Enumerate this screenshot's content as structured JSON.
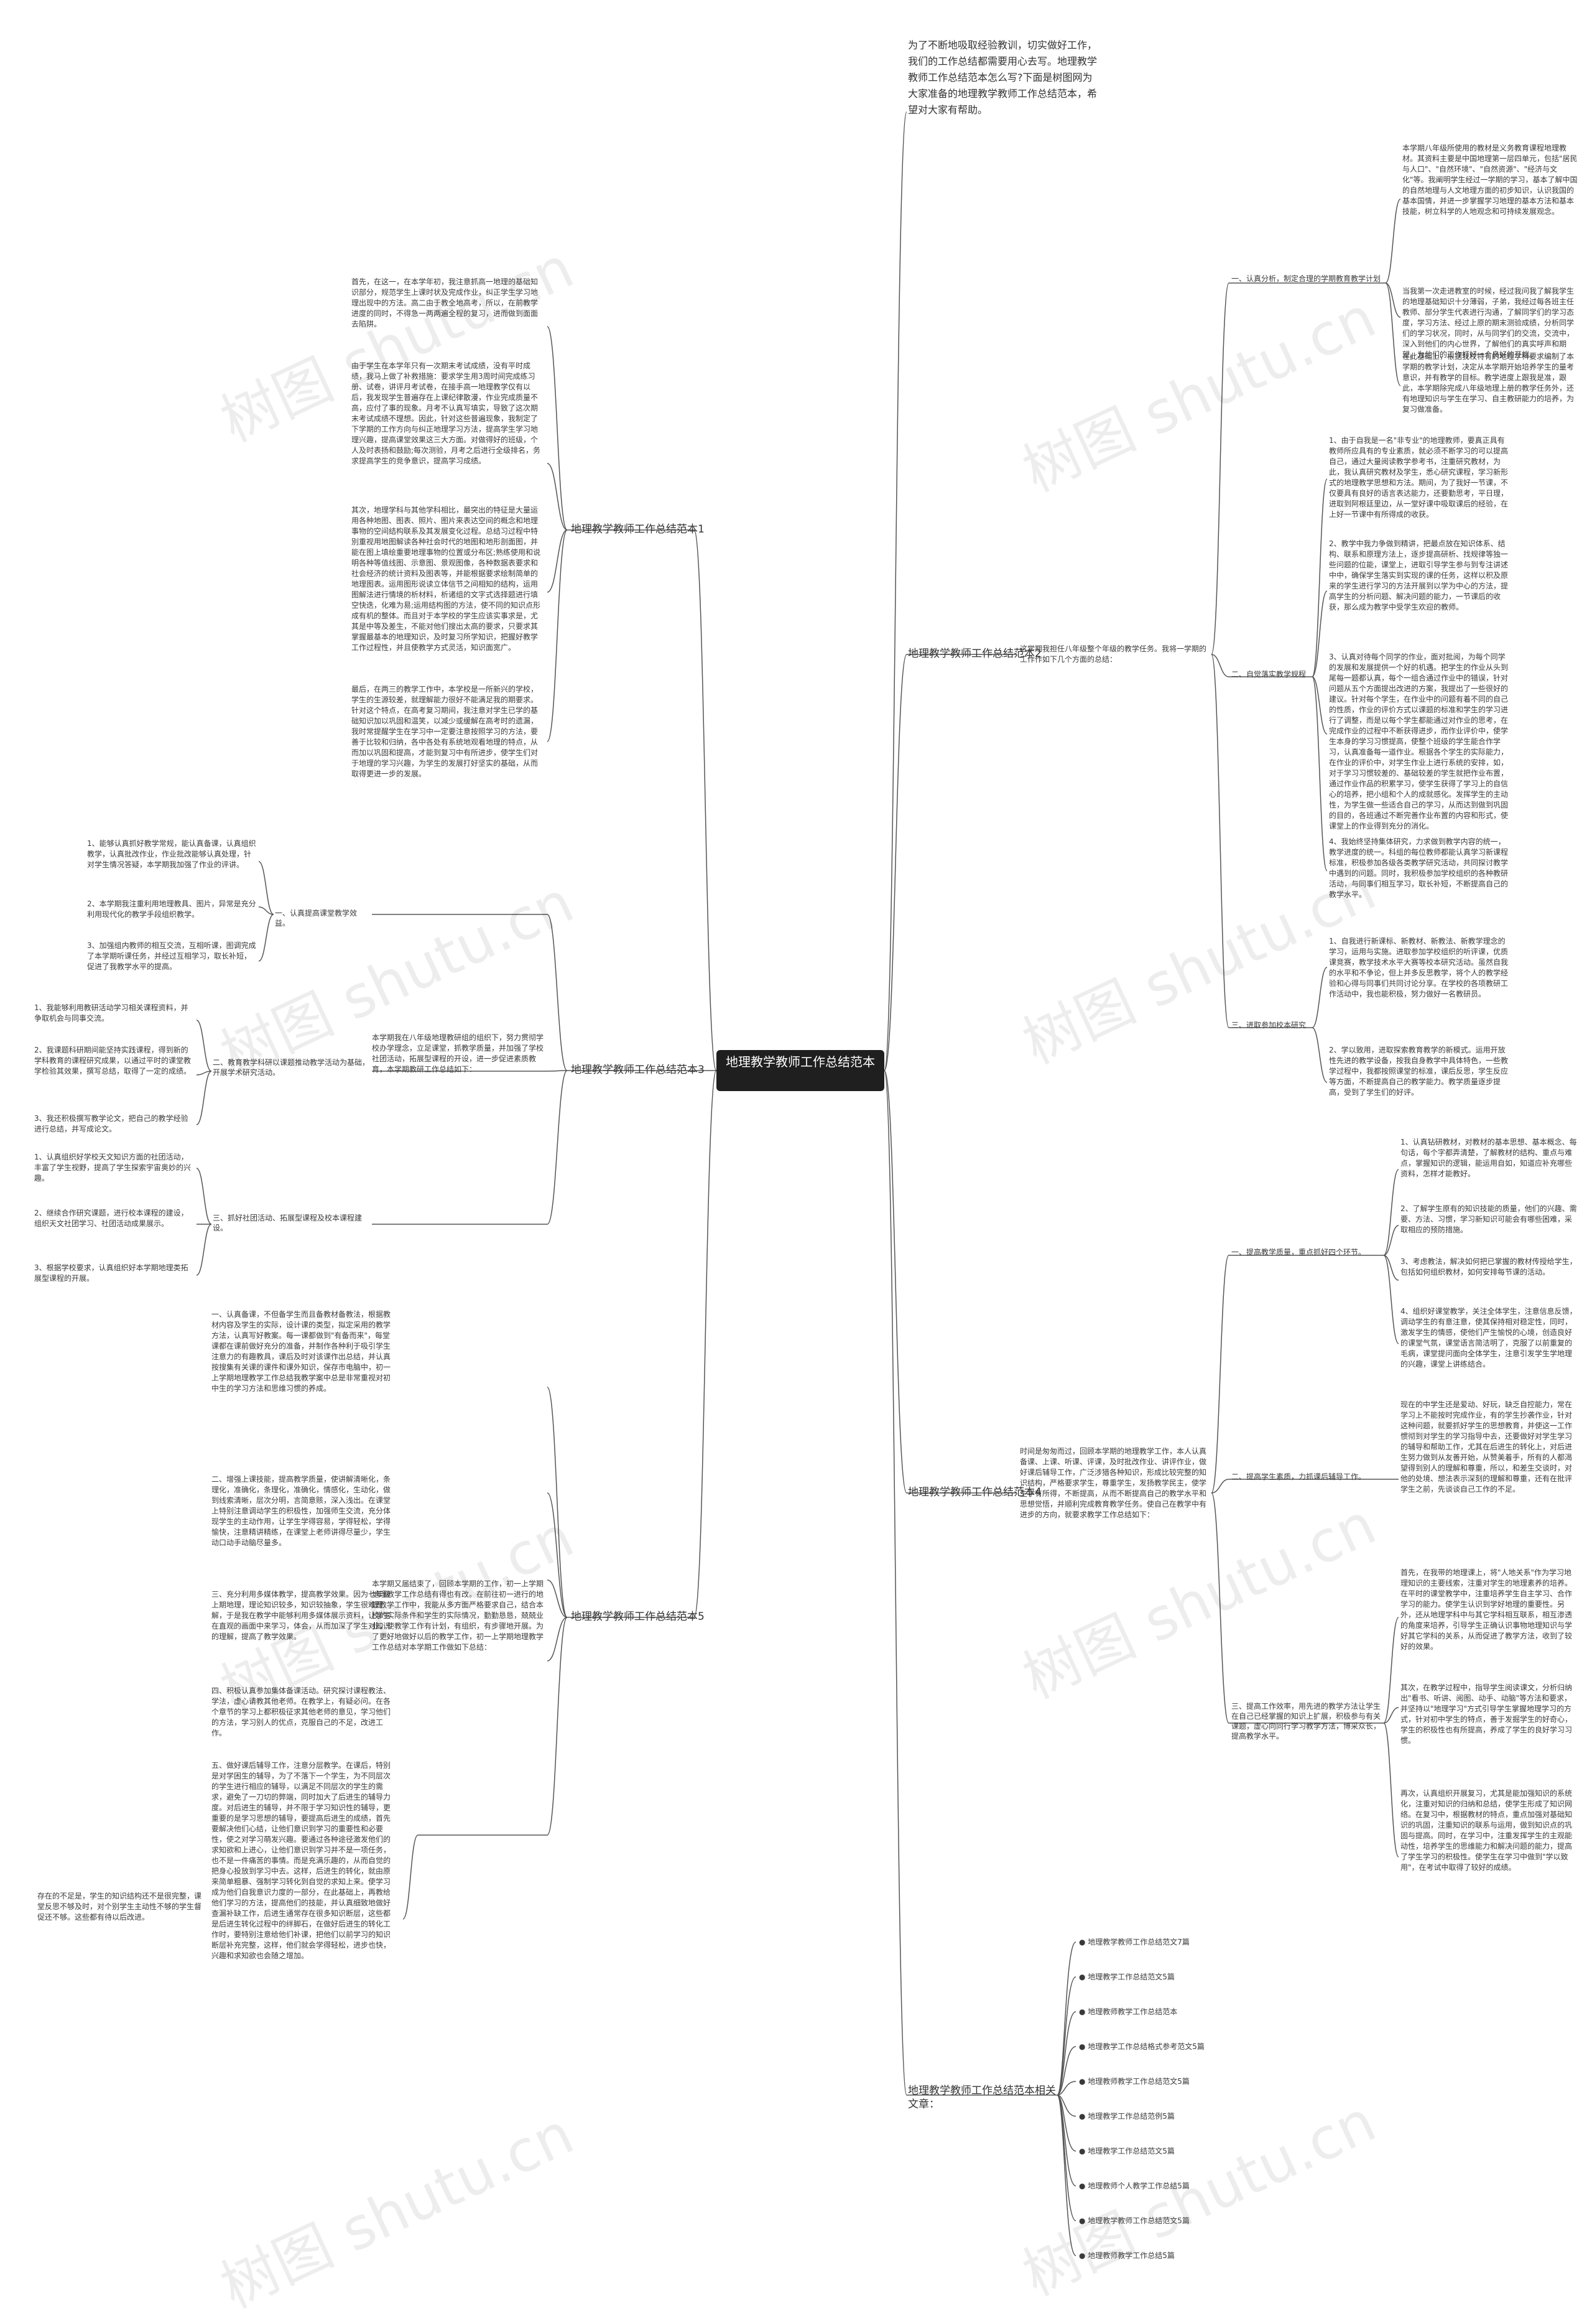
{
  "watermark": "树图 shutu.cn",
  "root": "地理教学教师工作总结范本",
  "intro": "为了不断地吸取经验教训，切实做好工作，我们的工作总结都需要用心去写。地理教学教师工作总结范本怎么写?下面是树图网为大家准备的地理教学教师工作总结范本，希望对大家有帮助。",
  "b1": {
    "label": "地理教学教师工作总结范本1",
    "p1": "首先，在这一，在本学年初，我注意抓高一地理的基础知识部分，规范学生上课时状及完成作业，纠正学生学习地理出现中的方法。高二由于教全地高考，所以，在前教学进度的同时，不得急一两两遍全程的复习，进而做到面面去陷阱。",
    "p2": "由于学生在本学年只有一次期末考试成绩，没有平时成绩，我马上做了补救措施：要求学生用3周时间完成练习册、试卷，讲评月考试卷，在接手高一地理教学仅有以后，我发现学生普遍存在上课纪律散漫，作业完成质量不高，应付了事的现象。月考不认真写填实，导致了这次期末考试成绩不理想。因此，针对这些普遍现象，我制定了下学期的工作方向与纠正地理学习方法，提高学生学习地理兴趣，提高课堂效果这三大方面。对做得好的班级，个人及时表扬和鼓励;每次测验，月考之后进行全级排名，务求提高学生的竞争意识，提高学习成绩。",
    "p3": "其次，地理学科与其他学科相比，最突出的特征是大量运用各种地图、图表、照片、图片来表达空间的概念和地理事物的空间结构联系及其发展变化过程。总结习过程中特別重视用地图解读各种社会时代的地图和地形剖面图，并能在图上填绘重要地理事物的位置或分布区;熟练使用和说明各种等值线图、示意图、景观图像，各种数据表要求和社会经济的统计资料及图表等，并能根据要求绘制简单的地理图表。运用图形说读立体信节之间相知的结构，运用图解法进行情境的析材料，析诸组的文字式选择题进行填空快迭，化难为易;运用结构图的方法，使不同的知识点形成有机的整体。而且对于本学校的学生应该实事求是，尤其是中等及差生，不能对他们搜出太高的要求，只要求其掌握最基本的地理知识，及时复习所学知识，把握好教学工作过程性，并且使教学方式灵活，知识面宽广。",
    "p4": "最后，在两三的教学工作中，本学校是一所新兴的学校，学生的生源较差，就理解能力很好不能满足我的期要求。针对这个特点，在高考复习期间，我注意对学生已学的基础知识加以巩固和温笑，以减少或缓解在高考时的遗漏，我时常提醒学生在学习中一定要注意按照学习的方法，要善于比较和归纳，各中各处有系统地观看地理的特点，从而加以巩固和提高，才能到复习中有所进步，使学生们对于地理的学习兴趣，为学生的发展打好坚实的基础，从而取得更进一步的发展。"
  },
  "b2": {
    "label": "地理教学教师工作总结范本2",
    "summary": "这学期我担任八年级整个年级的教学任务。我将一学期的工作作如下几个方面的总结：",
    "s1": {
      "label": "一、认真分析，制定合理的学期教育教学计划",
      "t1": "本学期八年级所使用的教材是义务教育课程地理教材。其资料主要是中国地理第一层四单元，包括\"居民与人口\"、\"自然环境\"、\"自然资源\"、\"经济与文化\"等。我阐明学生经过一学期的学习，基本了解中国的自然地理与人文地理方面的初步知识，认识我国的基本国情，并进一步掌握学习地理的基本方法和基本技能，树立科学的人地观念和可持续发展观念。",
      "t2": "当我第一次走进教室的时候，经过我问我了解我学生的地理基础知识十分薄弱，子弟，我经过每各班主任教师、部分学生代表进行沟通，了解同学们的学习态度，学习方法、经过上原的期末测验成绩，分析同学们的学习状况，同时，从与同学们的交流，交流中，深入到他们的内心世界，了解他们的真实呼声和期望。为他们的工作打好一个良好的开端。",
      "t3": "在此基础上，根据我校特有的地理学科要求编制了本学期的教学计划，决定从本学期开始培养学生的量考意识，并有教学的目标。教学进度上跟我是准，跟此，本学期除完成八年级地理上册的教学任务外，还有地理知识与学生在学习、自主教研能力的培养，为复习做准备。"
    },
    "s2": {
      "label": "二、自觉落实教学规程",
      "t1": "1、由于自我是一名\"非专业\"的地理教师，要真正具有教师所应具有的专业素质，就必须不断学习的可以提高自己，通过大量阅读教学参考书，注重研究教材，为此，我认真研究教材及学生，悉心研究课程，学习新形式的地理教学思想和方法。期间，为了我好一节课，不仅要具有良好的语言表达能力，还要勤思考，平日理，进取到阿根廷里边，从一堂好课中吸取课后的经验，在上好一节课中有所得成的收获。",
      "t2": "2、教学中我力争做到精讲，把最点放在知识体系、结构、联系和原理方法上，逐步提高研析、找规律等独一些问题的位能，课堂上，进取引导学生参与到专注讲述中中，确保学生落实到实现的课的任务，这样以积及原来的学生进行学习的方法开展到以学为中心的方法，提高学生的分析问题、解决问题的能力，一节课后的收获，那么成为教学中受学生欢迎的教师。",
      "t3": "3、认真对待每个同学的作业，面对批阅，为每个同学的发展和发展提供一个好的机遇。把学生的作业从头到尾每一题都认真，每个一组合通过作业中的错误，针对问题从五个方面提出改进的方案，我提出了一些很好的建议。针对每个学生，在作业中的问题有着不同的自己的性质，作业的评价方式以课题的标准和学生的学习进行了调整，而是以每个学生都能通过对作业的思考，在完成作业的过程中不断获得进步，而作业评价中，使学生本身的学习习惯提高，使整个班级的学生能合作学习，认真准备每一道作业。根据各个学生的实际能力，在作业的评价中，对学生作业上进行系统的安排，如，对于学习习惯较差的、基础较差的学生就把作业布置，通过作业作品的积累学习，使学生获得了学习上的自信心的培养，把小组和个人的成就感化。发挥学生的主动性，为学生做一些适合自己的学习，从而达到做到巩固的目的，各班通过不断完善作业布置的内容和形式，使课堂上的作业得到充分的消化。",
      "t4": "4、我始终坚持集体研究，力求做到教学内容的统一，教学进度的统一。科组的每位教师都能认真学习新课程标准，积极参加各级各类教学研究活动，共同探讨教学中遇到的问题。同时，我积极参加学校组织的各种教研活动，与同事们相互学习，取长补短，不断提高自己的教学水平。"
    },
    "s3": {
      "label": "三、进取参加校本研究",
      "t1": "1、自我进行新课标、新教材、新教法、新教学理念的学习，运用与实施。进取参加学校组织的听评课，优质课竞赛，教学技术水平大赛等校本研究活动。虽然自我的水平和不争论，但上并多反思教学，将个人的教学经验和心得与同事们共同讨论分享。在学校的各项教研工作活动中，我也能积极，努力做好一名教研员。",
      "t2": "2、学以致用，进取探索教育教学的新模式。运用开放性先进的教学设备，按我自身教学中具体特色，一些教学过程中，我都按照课堂的标准，课后反思，学生反应等方面，不断提高自己的教学能力。教学质量逐步提高，受到了学生们的好评。"
    }
  },
  "b3": {
    "label": "地理教学教师工作总结范本3",
    "summary": "本学期我在八年级地理教研组的组织下，努力贯彻学校办学理念，立足课堂，抓教学质量，并加强了学校社团活动，拓展型课程的开设，进一步促进素质教育，本学期教研工作总结如下：",
    "s1": {
      "label": "一、认真提高课堂教学效益。",
      "t1": "1、能够认真抓好教学常规，能认真备课，认真组织教学，认真批改作业，作业批改能够认真处理，针对学生情况答疑，本学期我加强了作业的评讲。",
      "t2": "2、本学期我注重利用地理教具、图片，异常是充分利用现代化的教学手段组织教学。",
      "t3": "3、加强组内教师的相互交流，互相听课，图调完成了本学期听课任务，并经过互相学习，取长补短，促进了我教学水平的提高。"
    },
    "s2": {
      "label": "二、教育教学科研以课题推动教学活动为基础，开展学术研究活动。",
      "t1": "1、我能够利用教研活动学习相关课程资料，并争取机会与同事交流。",
      "t2": "2、我课题科研期间能坚持实践课程，得到新的学科教育的课程研究成果，以通过平时的课堂教学检验其效果，撰写总结，取得了一定的成绩。",
      "t3": "3、我还积极撰写教学论文，把自己的教学经验进行总结，并写成论文。"
    },
    "s3": {
      "label": "三、抓好社团活动、拓展型课程及校本课程建设。",
      "t1": "1、认真组织好学校天文知识方面的社团活动，丰富了学生视野，提高了学生探索宇宙奥妙的兴趣。",
      "t2": "2、继续合作研究课题，进行校本课程的建设，组织天文社团学习、社团活动成果展示。",
      "t3": "3、根据学校要求，认真组织好本学期地理类拓展型课程的开展。"
    }
  },
  "b4": {
    "label": "地理教学教师工作总结范本4",
    "summary": "时间是匆匆而过，回顾本学期的地理教学工作，本人认真备课、上课、听课、评课，及时批改作业、讲评作业，做好课后辅导工作，广泛涉猎各种知识，形成比较完整的知识结构，严格要求学生，尊重学生，发扬教学民主，使学生学有所得，不断提高，从而不断提高自己的教学水平和思想觉悟，并顺利完成教育教学任务。使自己在教学中有进步的方向，就要求教学工作总结如下：",
    "s1": {
      "label": "一、提高教学质量，重点抓好四个环节。",
      "t1": "1、认真钻研教材，对教材的基本思想、基本概念、每句话，每个字都弄清楚，了解教材的结构、重点与难点，掌握知识的逻辑，能运用自如，知道应补充哪些资料，怎样才能教好。",
      "t2": "2、了解学生原有的知识技能的质量，他们的兴趣、需要、方法、习惯，学习新知识可能会有哪些困难，采取相应的预防措施。",
      "t3": "3、考虑教法，解决如何把已掌握的教材传授给学生，包括如何组织教材，如何安排每节课的活动。",
      "t4": "4、组织好课堂教学，关注全体学生，注意信息反馈，调动学生的有意注意，使其保持相对稳定性，同时，激发学生的情感，使他们产生愉悦的心境，创造良好的课堂气氛，课堂语言简洁明了，克服了以前重复的毛病，课堂提问面向全体学生，注意引发学生学地理的兴趣，课堂上讲练结合。"
    },
    "s2": {
      "label": "二、提高学生素质，力抓课后辅导工作。",
      "t1": "现在的中学生还是爱动、好玩，缺乏自控能力，常在学习上不能按时完成作业，有的学生抄袭作业，针对这种问题，就要抓好学生的思想教育，并使这一工作惯彻到对学生的学习指导中去，还要做好对学生学习的辅导和帮助工作，尤其在后进生的转化上，对后进生努力做到从友善开始，从赞美着手，所有的人都渴望得到别人的理解和尊重，所以，和差生交谈时，对他的处境、想法表示深刻的理解和尊重，还有在批评学生之前，先谈谈自己工作的不足。"
    },
    "s3": {
      "label": "三、提高工作效率，用先进的教学方法让学生在自己已经掌握的知识上扩展，积极参与有关课题，虚心向同行学习教学方法，博采众长，提高教学水平。",
      "t1": "首先，在我带的地理课上，将\"人地关系\"作为学习地理知识的主要线索，注重对学生的地理素养的培养。在平时的课堂教学中，注重培养学生自主学习、合作学习的能力。使学生认识到学好地理的重要性。另外，还从地理学科中与其它学科相互联系，相互渗透的角度来培养，引导学生正确认识事物地理知识与学好其它学科的关系，从而促进了教学方法，收到了较好的效果。",
      "t2": "其次，在教学过程中，指导学生阅读课文，分析归纳出\"看书、听讲、阅图、动手、动脑\"等方法和要求，并坚持以\"地理学习\"方式引导学生掌握地理学习的方式，针对初中学生的特点，善于发掘学生的好奇心，学生的积极性也有所提高，养成了学生的良好学习习惯。",
      "t3": "再次，认真组织开展复习，尤其是能加强知识的系统化，注重对知识的归纳和总结，使学生形成了知识网络。在复习中，根据教材的特点，重点加强对基础知识的巩固，注重知识的联系与运用，做到知识点的巩固与提高。同时，在学习中，注重发挥学生的主观能动性，培养学生的思维能力和解决问题的能力，提高了学生学习的积极性。使学生在学习中做到\"学以致用\"，在考试中取得了较好的成绩。"
    }
  },
  "b5": {
    "label": "地理教学教师工作总结范本5",
    "summary": "本学期又届结束了，回顾本学期的工作，初一上学期地理教学工作总结有得也有改。在前往初一进行的地理教学工作中，我能从多方面严格要求自己，结合本校的实际条件和学生的实际情况，勤勤恳恳，兢兢业业，使教学工作有计划，有组织，有步骤地开展。为了更好地做好以后的教学工作，初一上学期地理教学工作总结对本学期工作做如下总结：",
    "t1": "一、认真备课，不但备学生而且备教材备教法，根据教材内容及学生的实际，设计课的类型，拟定采用的教学方法，认真写好教案。每一课都做到\"有备而来\"，每堂课都在课前做好充分的准备，并制作各种利于吸引学生注意力的有趣教具，课后及时对该课作出总结，并认真按搜集有关课的课件和课外知识，保存市电脑中，初一上学期地理教学工作总结我教学案中总是非常重视对初中生的学习方法和思维习惯的养成。",
    "t2": "二、增强上课技能，提高教学质量，使讲解清晰化，条理化，准确化，条理化，准确化，情感化，生动化，做到线索清晰，层次分明，言简意赅，深入浅出。在课堂上特别注意调动学生的积极性，加强师生交流，充分体现学生的主动作用，让学生学得容易，学得轻松，学得愉快，注意精讲精练，在课堂上老师讲得尽量少，学生动口动手动脑尽量多。",
    "t3": "三、充分利用多媒体教学，提高教学效果。因为七年级上期地理，理论知识较多，知识较抽象，学生很难理解，于是我在教学中能够利用多媒体展示资料，让学生在直观的画面中来学习，体会，从而加深了学生对知识的理解，提高了教学效果。",
    "t4": "四、积极认真参加集体备课活动。研究探讨课程教法、学法，虚心请教其他老师。在教学上，有疑必问。在各个章节的学习上都积极征求其他老师的意见，学习他们的方法，学习别人的优点，克服自己的不足，改进工作。",
    "t5": "五、做好课后辅导工作，注意分层教学。在课后，特别是对学困生的辅导，为了不落下一个学生，为不同层次的学生进行相应的辅导，以满足不同层次的学生的需求，避免了一刀切的弊端，同时加大了后进生的辅导力度。对后进生的辅导，并不限于学习知识性的辅导，更重要的是学习思想的辅导，要提高后进生的成绩，首先要解决他们心结，让他们意识到学习的重要性和必要性，使之对学习萌发兴趣。要通过各种途径激发他们的求知欲和上进心，让他们意识到学习并不是一项任务，也不是一件痛苦的事情。而是充满乐趣的，从而自觉的把身心投放到学习中去。这样，后进生的转化，就由原来简单粗暴、强制学习转化到自觉的求知上来。使学习成为他们自我意识力度的一部分，在此基础上，再教给他们学习的方法，提高他们的技能，并认真细致地做好查漏补缺工作，后进生通常存在很多知识断层，这些都是后进生转化过程中的绊脚石，在做好后进生的转化工作时，要特别注意给他们补课，把他们以前学习的知识断层补充完整，这样，他们就会学得轻松，进步也快，兴趣和求知欲也会随之增加。",
    "t6": "存在的不足是，学生的知识结构还不是很完整，课堂反思不够及时，对个别学生主动性不够的学生督促还不够。这些都有待以后改进。"
  },
  "b6": {
    "label": "地理教学教师工作总结范本相关文章：",
    "links": [
      "地理教学教师工作总结范文7篇",
      "地理教学工作总结范文5篇",
      "地理教师教学工作总结范本",
      "地理教学工作总结格式参考范文5篇",
      "地理教师教学工作总结范文5篇",
      "地理教学工作总结范例5篇",
      "地理教学工作总结范文5篇",
      "地理教师个人教学工作总结5篇",
      "地理教学教师工作总结范文5篇",
      "地理教师教学工作总结5篇"
    ]
  }
}
